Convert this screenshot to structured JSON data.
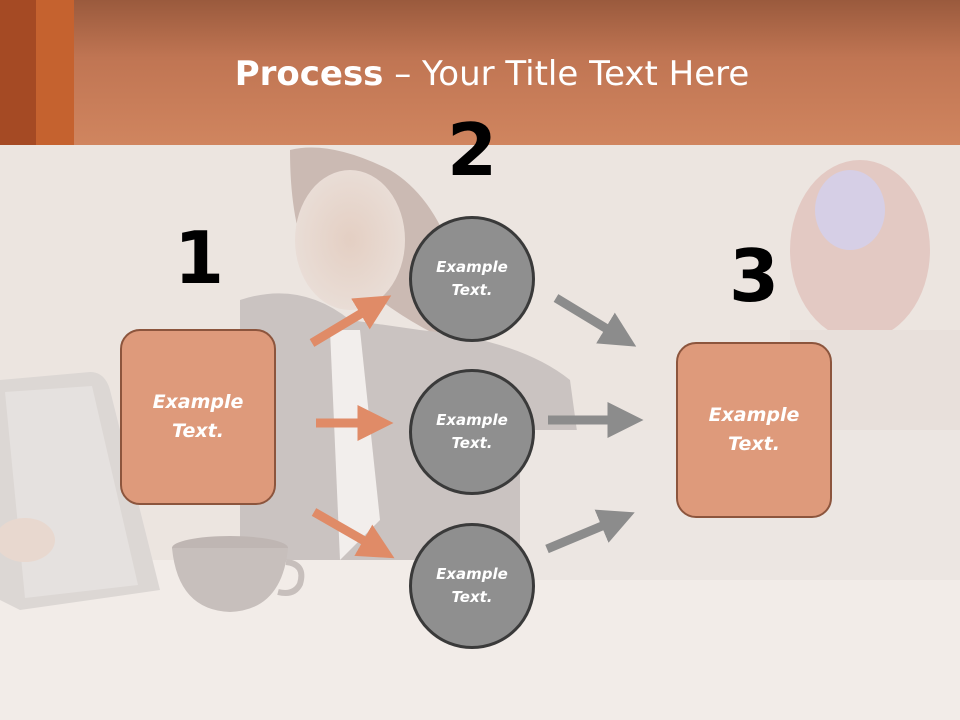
{
  "title": {
    "bold": "Process",
    "rest": " – Your Title Text Here"
  },
  "steps": [
    {
      "number": "1",
      "text": "Example\nText."
    },
    {
      "number": "2",
      "nodes": [
        "Example\nText.",
        "Example\nText.",
        "Example\nText."
      ]
    },
    {
      "number": "3",
      "text": "Example\nText."
    }
  ],
  "colors": {
    "header": "#d0855f",
    "box_fill": "#de9a7b",
    "circle_fill": "#8f8f8f",
    "arrow_orange": "#e08b67",
    "arrow_gray": "#8c8c8c"
  }
}
